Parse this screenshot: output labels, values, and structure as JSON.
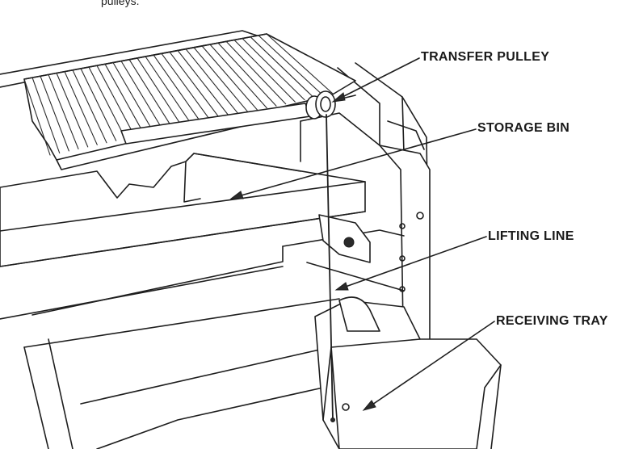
{
  "caption": "pulleys.",
  "labels": {
    "transfer_pulley": "TRANSFER PULLEY",
    "storage_bin": "STORAGE BIN",
    "lifting_line": "LIFTING LINE",
    "receiving_tray": "RECEIVING TRAY"
  }
}
